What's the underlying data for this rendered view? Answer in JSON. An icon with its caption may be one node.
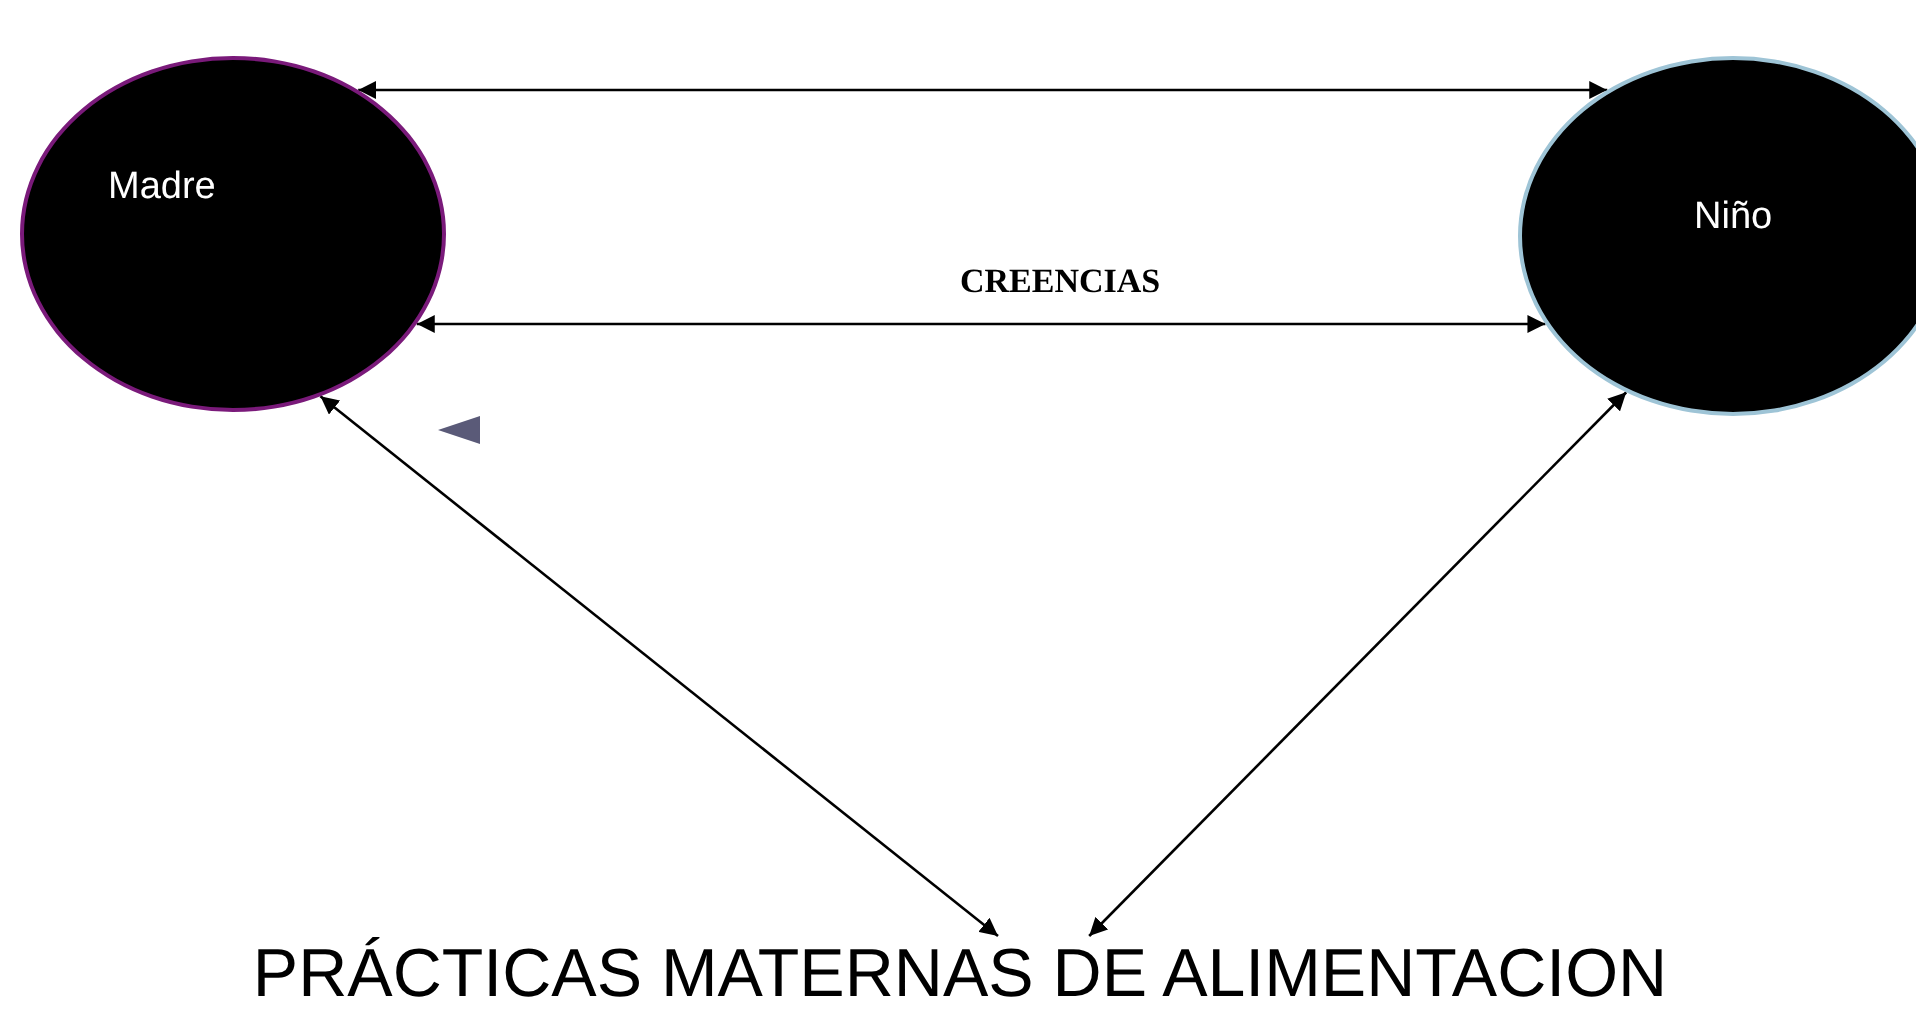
{
  "diagram": {
    "nodes": [
      {
        "text": [
          "Madre"
        ]
      },
      {
        "text": [
          "Niño"
        ]
      },
      {
        "text": [
          "PRÁCTICAS MATERNAS DE ALIMENTACION"
        ]
      }
    ],
    "edges": [
      {
        "from": 0,
        "to": 1,
        "arrow": "both"
      },
      {
        "from": 0,
        "to": 1,
        "arrow": "both"
      },
      {
        "from": 0,
        "to": 2,
        "arrow": "both"
      },
      {
        "from": 1,
        "to": 2,
        "arrow": "both"
      }
    ],
    "labels": [
      "CREENCIAS"
    ]
  }
}
